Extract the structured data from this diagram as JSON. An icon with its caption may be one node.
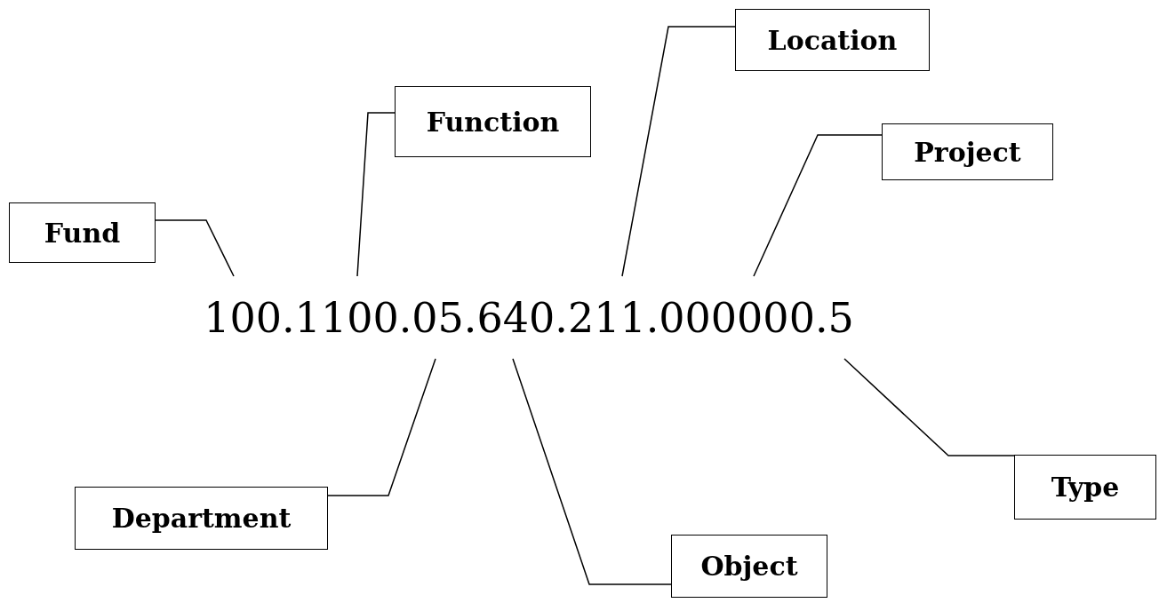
{
  "diagram": {
    "nodes": [
      {
        "text": [
          "Fund"
        ]
      },
      {
        "text": [
          "Function"
        ]
      },
      {
        "text": [
          "Location"
        ]
      },
      {
        "text": [
          "Project"
        ]
      },
      {
        "text": [
          "100.1100.05.640.211.000000.5"
        ]
      },
      {
        "text": [
          "Department"
        ]
      },
      {
        "text": [
          "Object"
        ]
      },
      {
        "text": [
          "Type"
        ]
      }
    ],
    "edges": [
      {
        "from": 0,
        "to": 4,
        "arrow": "none"
      },
      {
        "from": 1,
        "to": 4,
        "arrow": "none"
      },
      {
        "from": 2,
        "to": 4,
        "arrow": "none"
      },
      {
        "from": 3,
        "to": 4,
        "arrow": "none"
      },
      {
        "from": 5,
        "to": 4,
        "arrow": "none"
      },
      {
        "from": 6,
        "to": 4,
        "arrow": "none"
      },
      {
        "from": 7,
        "to": 4,
        "arrow": "none"
      }
    ]
  }
}
